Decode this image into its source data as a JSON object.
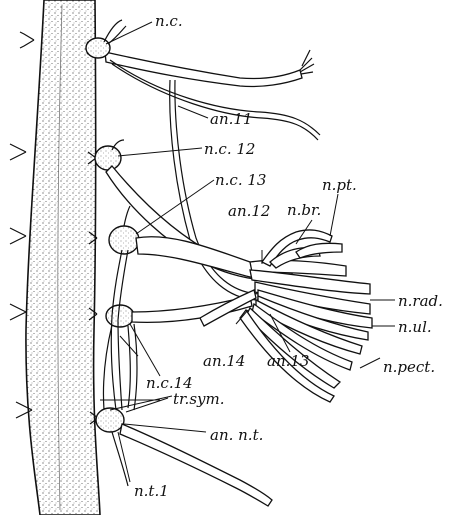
{
  "figure": {
    "labels": {
      "nc_top": "n.c.",
      "an11": "an.11",
      "nc12": "n.c. 12",
      "nc13": "n.c. 13",
      "npt": "n.pt.",
      "an12": "an.12",
      "nbr": "n.br.",
      "nrad": "n.rad.",
      "nul": "n.ul.",
      "npect": "n.pect.",
      "an14": "an.14",
      "an13": "an.13",
      "nc14": "n.c.14",
      "trsym": "tr.sym.",
      "annt": "an. n.t.",
      "nt1": "n.t.1"
    },
    "colors": {
      "ink": "#111111",
      "paper": "#ffffff",
      "stipple": "#444444"
    }
  }
}
